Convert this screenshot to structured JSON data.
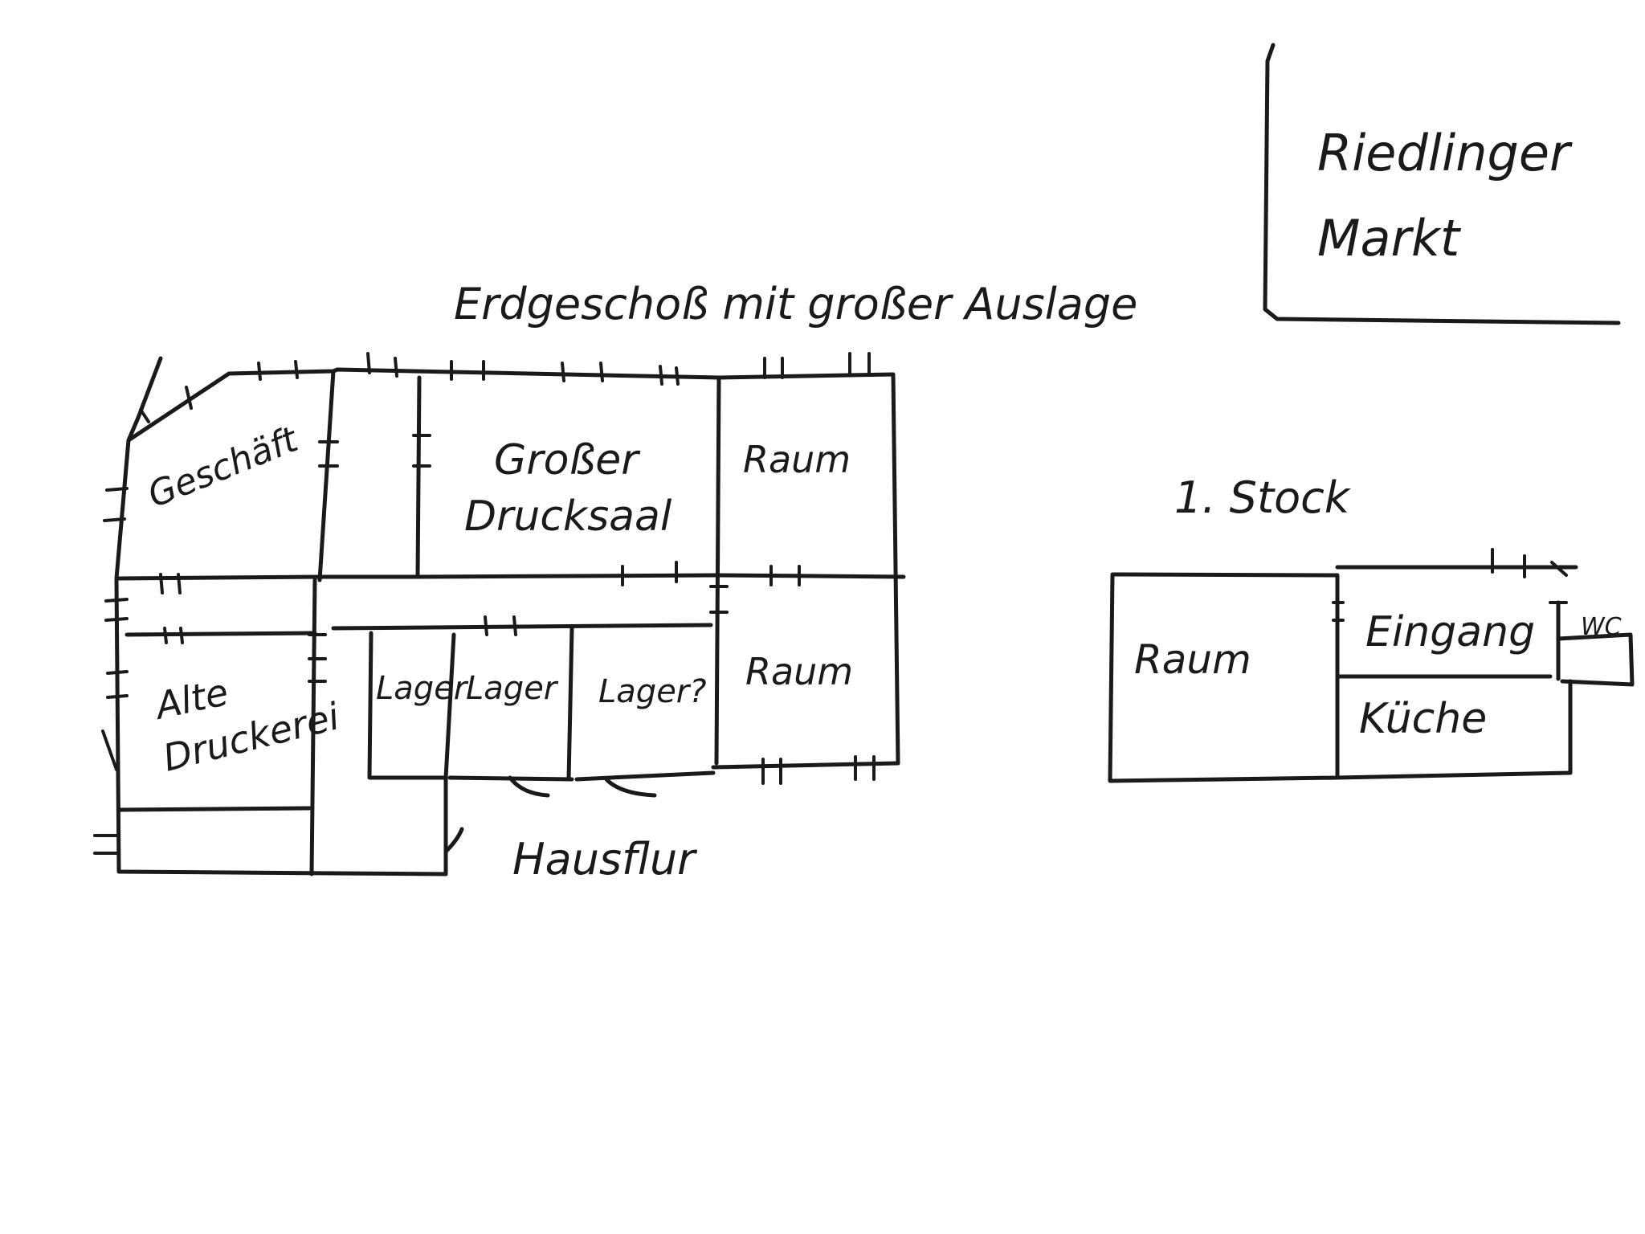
{
  "corner_note": {
    "line1": "Riedlinger",
    "line2": "Markt"
  },
  "ground_floor": {
    "title": "Erdgeschoß mit großer Auslage",
    "rooms": {
      "geschaeft": "Geschäft",
      "drucksaal_line1": "Großer",
      "drucksaal_line2": "Drucksaal",
      "raum_top": "Raum",
      "raum_bottom": "Raum",
      "druckerei_line1": "Alte",
      "druckerei_line2": "Druckerei",
      "lager1": "Lager",
      "lager2": "Lager",
      "lager3": "Lager?"
    },
    "hausflur": "Hausflur"
  },
  "first_floor": {
    "title": "1. Stock",
    "rooms": {
      "raum": "Raum",
      "eingang": "Eingang",
      "kueche": "Küche",
      "wc": "WC"
    }
  }
}
